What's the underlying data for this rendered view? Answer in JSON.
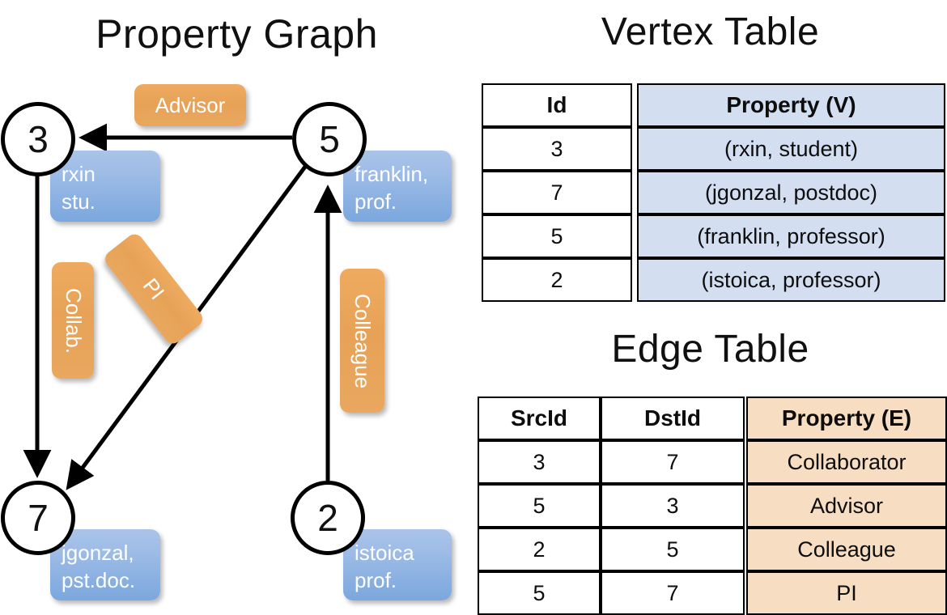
{
  "titles": {
    "property_graph": "Property Graph",
    "vertex_table": "Vertex Table",
    "edge_table": "Edge Table"
  },
  "colors": {
    "vertex_property_fill": "#d3dff1",
    "edge_property_fill": "#f7dec2",
    "vertex_box_blue": "#9cbbe6",
    "edge_label_orange": "#e7a257",
    "stroke": "#000000"
  },
  "graph": {
    "nodes": [
      {
        "id": "3",
        "property_line1": "rxin",
        "property_line2": "stu."
      },
      {
        "id": "5",
        "property_line1": "franklin,",
        "property_line2": "prof."
      },
      {
        "id": "7",
        "property_line1": "jgonzal,",
        "property_line2": "pst.doc."
      },
      {
        "id": "2",
        "property_line1": "istoica",
        "property_line2": "prof."
      }
    ],
    "edge_labels": [
      {
        "label": "Advisor",
        "from": "5",
        "to": "3"
      },
      {
        "label": "Collab.",
        "from": "3",
        "to": "7"
      },
      {
        "label": "PI",
        "from": "5",
        "to": "7"
      },
      {
        "label": "Colleague",
        "from": "2",
        "to": "5"
      }
    ]
  },
  "vertex_table": {
    "headers": [
      "Id",
      "Property (V)"
    ],
    "rows": [
      [
        "3",
        "(rxin, student)"
      ],
      [
        "7",
        "(jgonzal, postdoc)"
      ],
      [
        "5",
        "(franklin, professor)"
      ],
      [
        "2",
        "(istoica, professor)"
      ]
    ]
  },
  "edge_table": {
    "headers": [
      "SrcId",
      "DstId",
      "Property (E)"
    ],
    "rows": [
      [
        "3",
        "7",
        "Collaborator"
      ],
      [
        "5",
        "3",
        "Advisor"
      ],
      [
        "2",
        "5",
        "Colleague"
      ],
      [
        "5",
        "7",
        "PI"
      ]
    ]
  }
}
